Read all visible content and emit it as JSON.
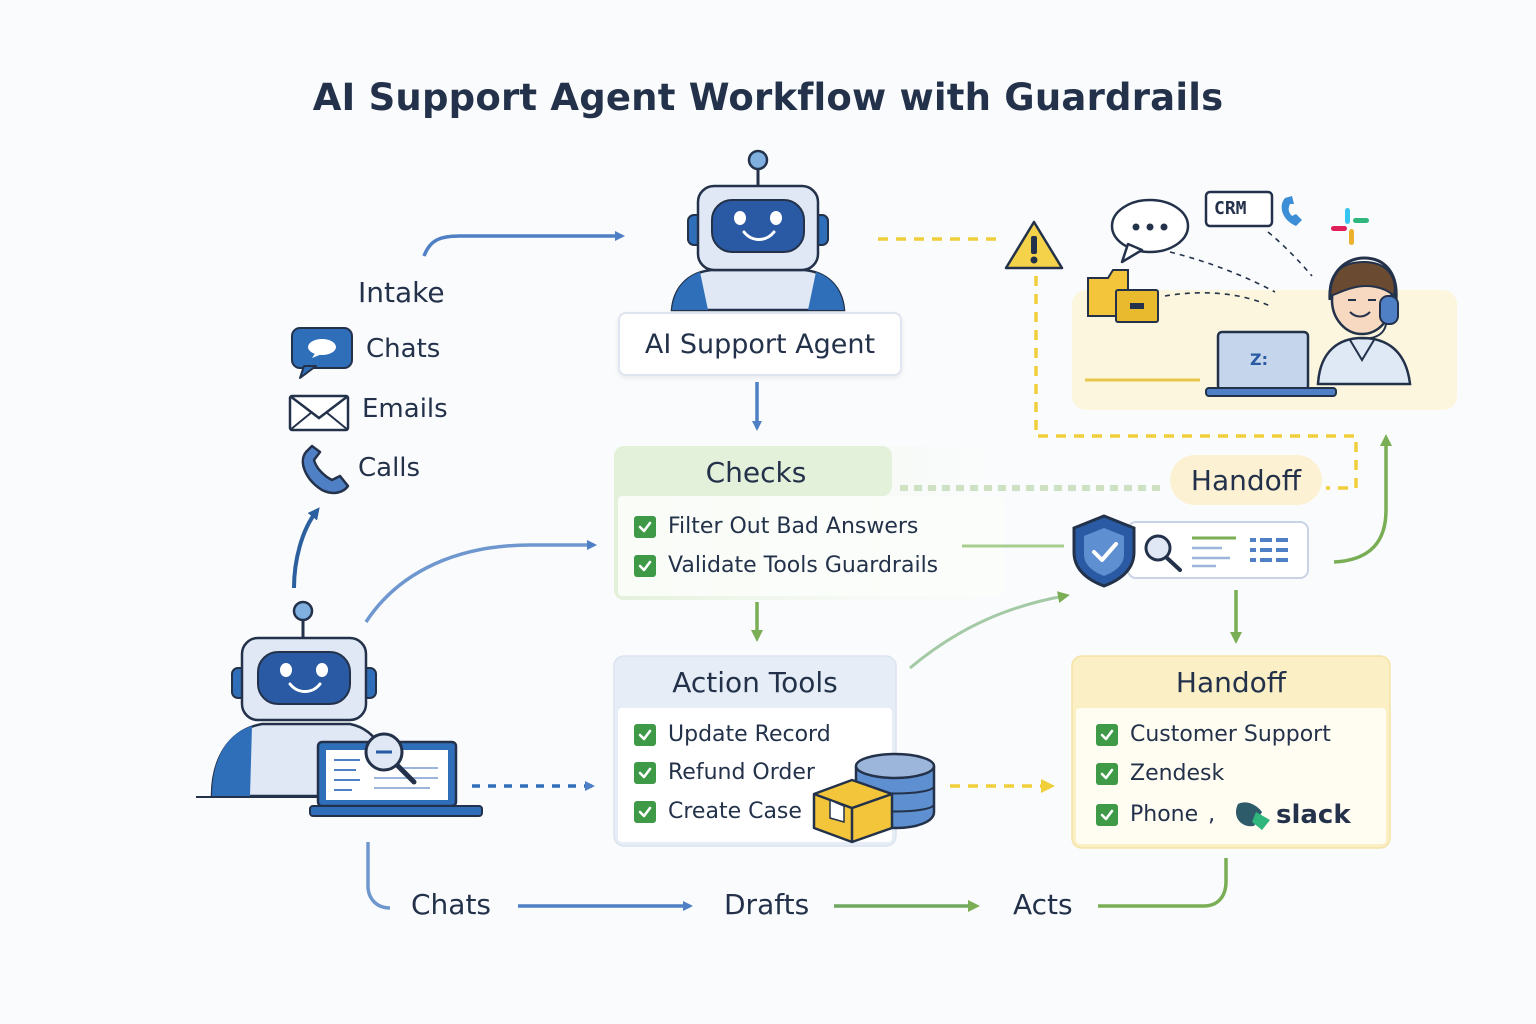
{
  "title": "AI Support Agent Workflow with Guardrails",
  "intake": {
    "title": "Intake",
    "items": [
      {
        "label": "Chats",
        "icon": "chat-bubble-icon"
      },
      {
        "label": "Emails",
        "icon": "envelope-icon"
      },
      {
        "label": "Calls",
        "icon": "phone-icon"
      }
    ]
  },
  "agent": {
    "label": "AI Support Agent",
    "icon": "robot-icon"
  },
  "checks": {
    "title": "Checks",
    "items": [
      "Filter Out Bad Answers",
      "Validate Tools Guardrails"
    ]
  },
  "action_tools": {
    "title": "Action Tools",
    "items": [
      "Update Record",
      "Refund Order",
      "Create Case"
    ]
  },
  "handoff_label": "Handoff",
  "handoff": {
    "title": "Handoff",
    "items": [
      "Customer Support",
      "Zendesk",
      "Phone"
    ],
    "separator": ",",
    "brand": "slack"
  },
  "human_agent": {
    "crm_label": "CRM",
    "laptop_logo": "Z:"
  },
  "flow": {
    "steps": [
      "Chats",
      "Drafts",
      "Acts"
    ]
  },
  "colors": {
    "blue": "#4f7fc4",
    "green": "#7aae55",
    "yellow": "#f0cf3a",
    "navy": "#23324a",
    "check_green": "#3e9a47"
  }
}
